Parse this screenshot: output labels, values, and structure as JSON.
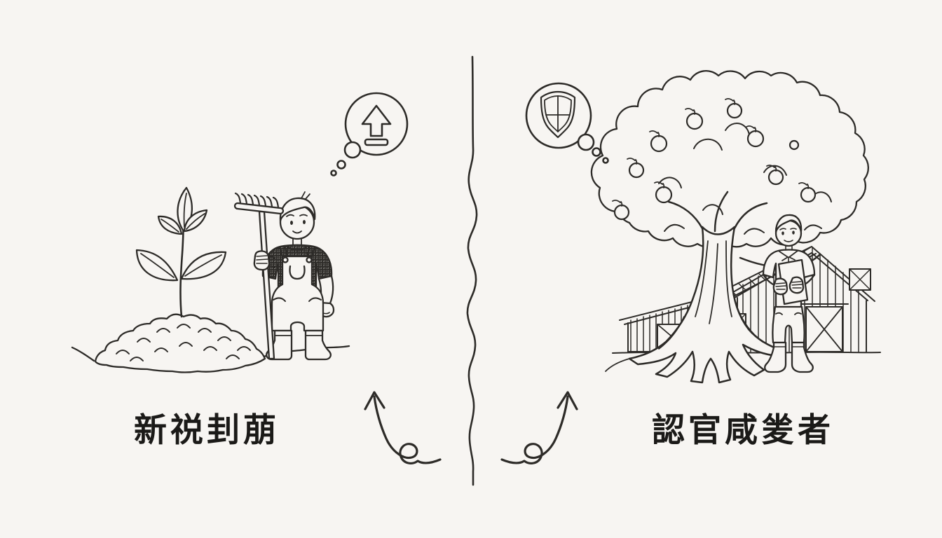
{
  "illustration": {
    "style": "hand-drawn line art, two-panel comparison",
    "colors": {
      "background": "#f7f5f2",
      "ink": "#2d2b28",
      "text": "#1b1a18"
    },
    "left_panel": {
      "label": "新祱刲萠",
      "scene": "farmer holding a rake beside a young seedling growing from a soil mound",
      "thought_bubble_icon": "arrow-up-icon"
    },
    "right_panel": {
      "label": "認官咸夎者",
      "scene": "person holding a clipboard under a large fruit tree in front of a barn",
      "thought_bubble_icon": "shield-icon"
    },
    "center": {
      "divider": "wavy vertical line",
      "arrows": [
        "curled-up-arrow-left",
        "curled-up-arrow-right"
      ]
    }
  }
}
